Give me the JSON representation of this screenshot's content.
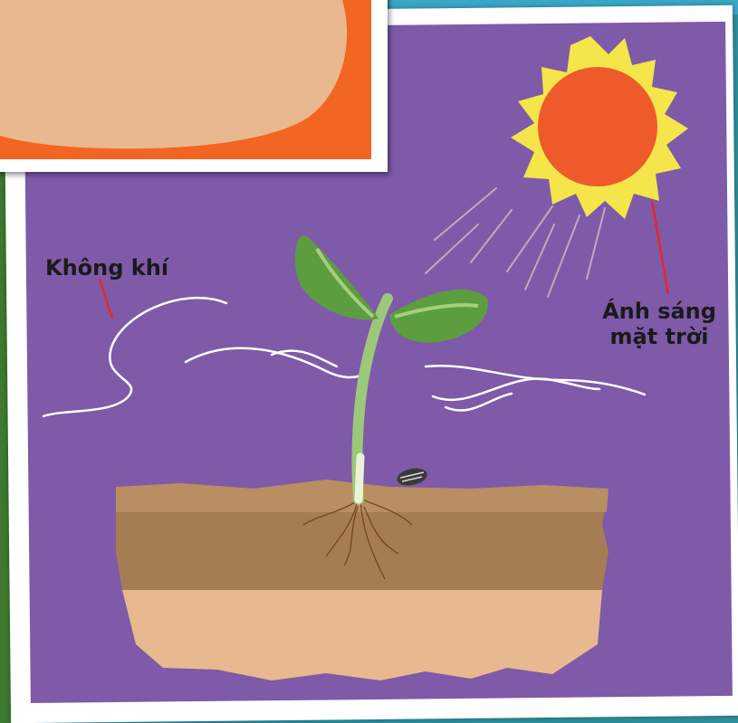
{
  "labels": {
    "air": "Không khí",
    "sunlight_line1": "Ánh sáng",
    "sunlight_line2": "mặt trời"
  },
  "colors": {
    "panel": "#7e5aa8",
    "inset_background": "#f26522",
    "sun_rays": "#f4e54b",
    "sun_core": "#ee5a2a",
    "soil_top": "#a67c52",
    "soil_bottom": "#e8b98e",
    "leaf": "#5c9e3f",
    "stem": "#9cc87a",
    "pointer_line": "#e6262b",
    "wind_line": "#ffffff"
  }
}
